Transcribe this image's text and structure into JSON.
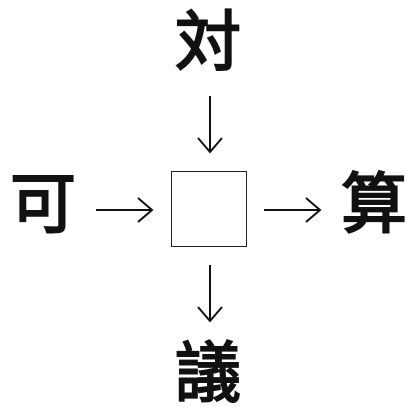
{
  "puzzle": {
    "top_char": "対",
    "left_char": "可",
    "right_char": "算",
    "bottom_char": "議",
    "answer_box_value": ""
  },
  "icons": {
    "arrow_down": "arrow-down-icon",
    "arrow_right": "arrow-right-icon"
  },
  "colors": {
    "background": "#ffffff",
    "ink": "#111111",
    "box_border": "#222222"
  }
}
